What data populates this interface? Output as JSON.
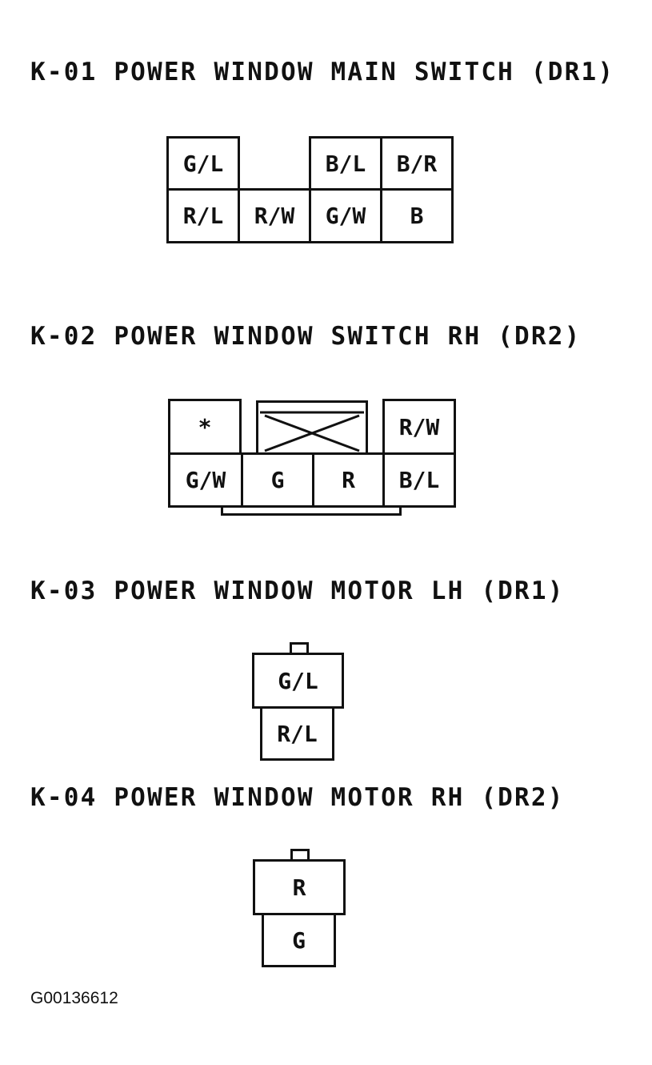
{
  "connectors": [
    {
      "title": "K-01 POWER WINDOW MAIN SWITCH (DR1)",
      "pins_top": [
        "G/L",
        "B/L",
        "B/R"
      ],
      "pins_bottom": [
        "R/L",
        "R/W",
        "G/W",
        "B"
      ]
    },
    {
      "title": "K-02 POWER WINDOW SWITCH RH (DR2)",
      "pins_top": [
        "*",
        "R/W"
      ],
      "pins_bottom": [
        "G/W",
        "G",
        "R",
        "B/L"
      ]
    },
    {
      "title": "K-03 POWER WINDOW MOTOR LH (DR1)",
      "pins": [
        "G/L",
        "R/L"
      ]
    },
    {
      "title": "K-04 POWER WINDOW MOTOR RH (DR2)",
      "pins": [
        "R",
        "G"
      ]
    }
  ],
  "figure_id": "G00136612"
}
